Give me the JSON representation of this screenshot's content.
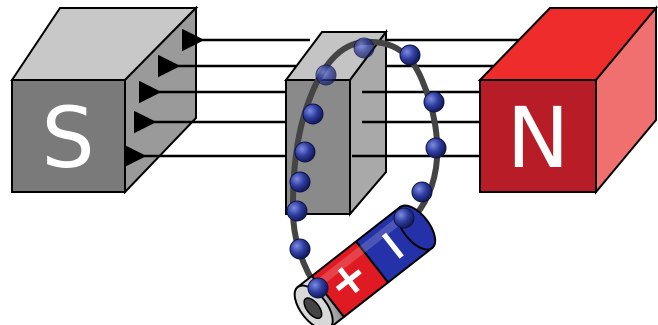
{
  "magnets": {
    "south": {
      "label": "S",
      "front_color": "#7a7a7a",
      "top_color": "#c8c8c8",
      "side_color": "#9a9a9a"
    },
    "north": {
      "label": "N",
      "front_color": "#b81d27",
      "top_color": "#ee2c2c",
      "side_color": "#f07070"
    }
  },
  "conductor": {
    "front_color": "#8a8a8a",
    "top_color": "#c4c4c4",
    "side_color": "#a9a9a9"
  },
  "field_line_count": 5,
  "electron_color": "#2e3da0",
  "battery": {
    "positive_symbol": "+",
    "negative_symbol": "−",
    "positive_color": "#e01a22",
    "negative_color": "#2431a8",
    "terminal_color": "#444444"
  },
  "wire_color": "#444444"
}
